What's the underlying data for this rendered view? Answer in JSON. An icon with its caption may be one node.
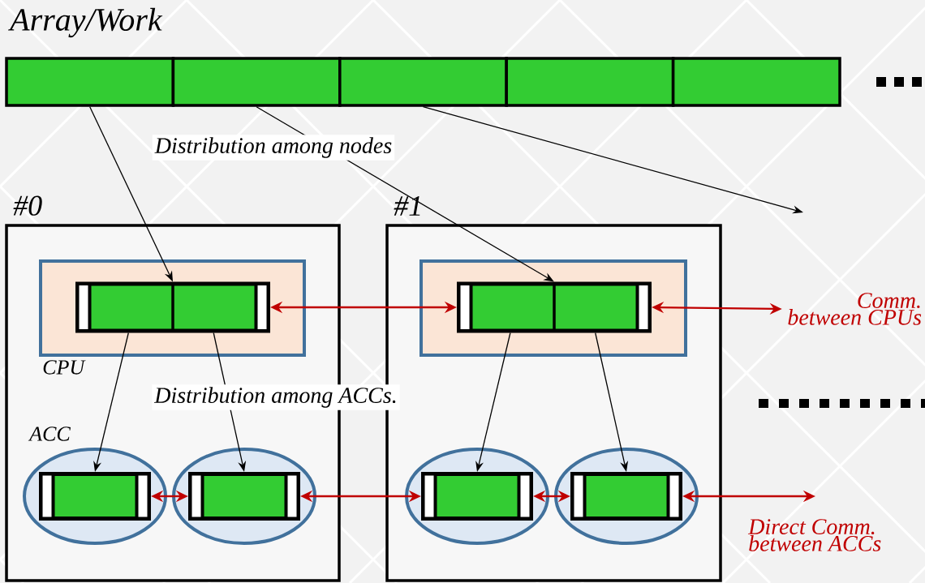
{
  "diagram": {
    "title": "Array/Work",
    "nodes": [
      {
        "text": [],
        "shape": "box"
      },
      {
        "text": [],
        "shape": "box"
      },
      {
        "text": [],
        "shape": "box"
      },
      {
        "text": [],
        "shape": "box"
      },
      {
        "text": [],
        "shape": "box"
      },
      {
        "text": [
          "#0"
        ]
      },
      {
        "text": [
          "CPU"
        ],
        "in": 5
      },
      {
        "text": [],
        "shape": "bar",
        "in": 6
      },
      {
        "text": [
          "ACC"
        ],
        "in": 5
      },
      {
        "text": [],
        "shape": "bar",
        "in": 8
      },
      {
        "text": [],
        "shape": "ellipse",
        "in": 5
      },
      {
        "text": [],
        "shape": "bar",
        "in": 10
      },
      {
        "text": [
          "#1"
        ]
      },
      {
        "text": [],
        "shape": "box",
        "in": 12
      },
      {
        "text": [],
        "shape": "bar",
        "in": 13
      },
      {
        "text": [],
        "shape": "ellipse",
        "in": 12
      },
      {
        "text": [],
        "shape": "bar",
        "in": 15
      },
      {
        "text": [],
        "shape": "ellipse",
        "in": 12
      },
      {
        "text": [],
        "shape": "bar",
        "in": 17
      },
      {
        "text": [
          "Comm. between CPUs"
        ]
      }
    ],
    "edges": [
      {
        "from": 0,
        "to": 7,
        "arrow": "to"
      },
      {
        "from": 1,
        "to": 14,
        "arrow": "to",
        "label": "Distribution among nodes"
      },
      {
        "from": 2,
        "to": null,
        "arrow": "to"
      },
      {
        "from": 7,
        "to": 14,
        "arrow": "both",
        "color": "#c00000"
      },
      {
        "from": 14,
        "to": 19,
        "arrow": "both",
        "color": "#c00000"
      },
      {
        "from": 7,
        "to": 9,
        "arrow": "to"
      },
      {
        "from": 7,
        "to": 11,
        "arrow": "to",
        "label": "Distribution among ACCs."
      },
      {
        "from": 14,
        "to": 16,
        "arrow": "to"
      },
      {
        "from": 14,
        "to": 18,
        "arrow": "to"
      },
      {
        "from": 9,
        "to": 11,
        "arrow": "both",
        "color": "#c00000"
      },
      {
        "from": 11,
        "to": 16,
        "arrow": "both",
        "color": "#c00000"
      },
      {
        "from": 16,
        "to": 18,
        "arrow": "both",
        "color": "#c00000"
      },
      {
        "from": 18,
        "to": null,
        "arrow": "both",
        "color": "#c00000"
      }
    ],
    "labels": [
      "Direct Comm. between ACCs"
    ]
  }
}
